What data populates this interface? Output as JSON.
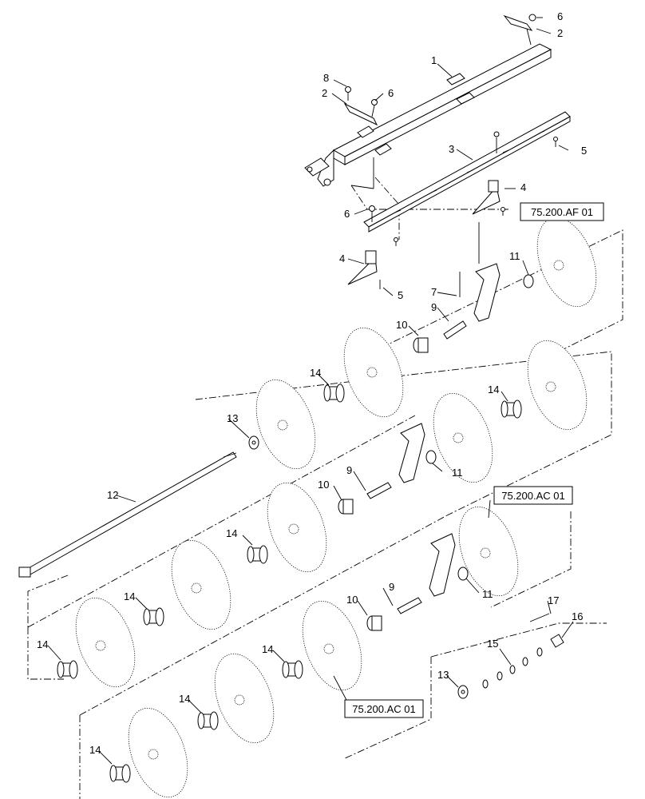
{
  "callouts": [
    {
      "id": "c6a",
      "label": "6"
    },
    {
      "id": "c2a",
      "label": "2"
    },
    {
      "id": "c1",
      "label": "1"
    },
    {
      "id": "c8",
      "label": "8"
    },
    {
      "id": "c2b",
      "label": "2"
    },
    {
      "id": "c6b",
      "label": "6"
    },
    {
      "id": "c3",
      "label": "3"
    },
    {
      "id": "c5a",
      "label": "5"
    },
    {
      "id": "c4a",
      "label": "4"
    },
    {
      "id": "c6c",
      "label": "6"
    },
    {
      "id": "c4b",
      "label": "4"
    },
    {
      "id": "c5b",
      "label": "5"
    },
    {
      "id": "c7",
      "label": "7"
    },
    {
      "id": "c9a",
      "label": "9"
    },
    {
      "id": "c10a",
      "label": "10"
    },
    {
      "id": "c11a",
      "label": "11"
    },
    {
      "id": "c14a",
      "label": "14"
    },
    {
      "id": "c13a",
      "label": "13"
    },
    {
      "id": "c14b",
      "label": "14"
    },
    {
      "id": "c9b",
      "label": "9"
    },
    {
      "id": "c11b",
      "label": "11"
    },
    {
      "id": "c12",
      "label": "12"
    },
    {
      "id": "c10b",
      "label": "10"
    },
    {
      "id": "c14c",
      "label": "14"
    },
    {
      "id": "c9c",
      "label": "9"
    },
    {
      "id": "c11c",
      "label": "11"
    },
    {
      "id": "c14d",
      "label": "14"
    },
    {
      "id": "c10c",
      "label": "10"
    },
    {
      "id": "c17",
      "label": "17"
    },
    {
      "id": "c16",
      "label": "16"
    },
    {
      "id": "c14e",
      "label": "14"
    },
    {
      "id": "c14f",
      "label": "14"
    },
    {
      "id": "c15",
      "label": "15"
    },
    {
      "id": "c13b",
      "label": "13"
    },
    {
      "id": "c14g",
      "label": "14"
    },
    {
      "id": "c14h",
      "label": "14"
    }
  ],
  "references": {
    "af01": "75.200.AF 01",
    "ac01_top": "75.200.AC 01",
    "ac01_bottom": "75.200.AC 01"
  }
}
